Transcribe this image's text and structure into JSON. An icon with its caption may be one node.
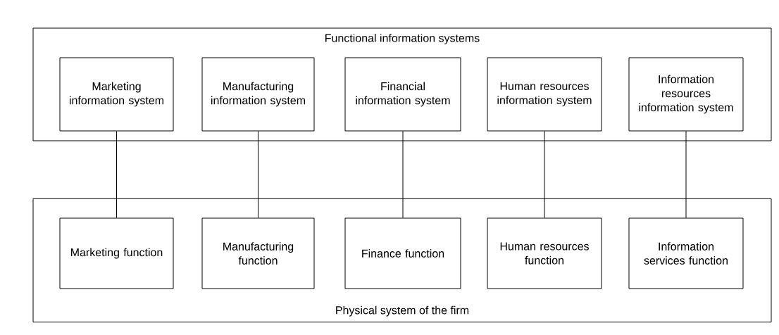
{
  "diagram": {
    "nodes": [
      {
        "text": [
          "Functional information systems"
        ]
      },
      {
        "text": [
          "Marketing information system"
        ],
        "in": 0
      },
      {
        "text": [
          "Manufacturing information system"
        ],
        "in": 0
      },
      {
        "text": [
          "Financial information system"
        ],
        "in": 0
      },
      {
        "text": [
          "Human resources information system"
        ],
        "in": 0
      },
      {
        "text": [
          "Information resources information system"
        ],
        "in": 0
      },
      {
        "text": [
          "Physical system of the firm"
        ]
      },
      {
        "text": [
          "Marketing function"
        ],
        "in": 6
      },
      {
        "text": [
          "Manufacturing function"
        ],
        "in": 6
      },
      {
        "text": [
          "Finance function"
        ],
        "in": 6
      },
      {
        "text": [
          "Human resources function"
        ],
        "in": 6
      },
      {
        "text": [
          "Information services function"
        ],
        "in": 6
      }
    ],
    "edges": [
      {
        "from": 1,
        "to": 7,
        "arrow": "none"
      },
      {
        "from": 2,
        "to": 8,
        "arrow": "none"
      },
      {
        "from": 3,
        "to": 9,
        "arrow": "none"
      },
      {
        "from": 4,
        "to": 10,
        "arrow": "none"
      },
      {
        "from": 5,
        "to": 11,
        "arrow": "none"
      }
    ]
  }
}
